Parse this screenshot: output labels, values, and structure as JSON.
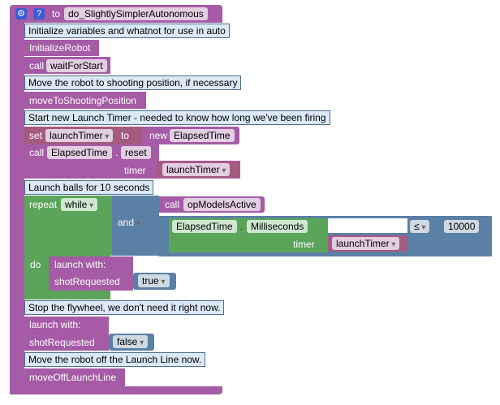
{
  "header": {
    "keyword": "to",
    "function_name": "do_SlightlySimplerAutonomous",
    "gear_icon": "gear-icon",
    "help_icon": "help-icon"
  },
  "blocks": {
    "comment1": "Initialize variables and whatnot for use in auto",
    "initialize_robot": "InitializeRobot",
    "call_label": "call",
    "wait_for_start": "waitForStart",
    "comment2": "Move the robot to shooting position, if necessary",
    "move_to_shooting": "moveToShootingPosition",
    "comment3": "Start new Launch Timer - needed to know how long we've been firing",
    "set_label": "set",
    "launch_timer_var": "launchTimer",
    "to_label": "to",
    "new_label": "new",
    "elapsed_time_class": "ElapsedTime",
    "call2_label": "call",
    "elapsed_time_2": "ElapsedTime",
    "dot1": ".",
    "reset_method": "reset",
    "timer_label": "timer",
    "launch_timer_arg": "launchTimer",
    "comment4": "Launch balls for 10 seconds",
    "repeat_label": "repeat",
    "while_option": "while",
    "and_option": "and",
    "call3_label": "call",
    "op_models_active": "opModelsActive",
    "elapsed_time_3": "ElapsedTime",
    "dot2": ".",
    "milliseconds": "Milliseconds",
    "timer_label_2": "timer",
    "launch_timer_arg2": "launchTimer",
    "compare_op": "≤",
    "compare_value": "10000",
    "do_label": "do",
    "launch_with_1": "launch   with:",
    "shot_requested_1": "shotRequested",
    "true_value": "true",
    "comment5": "Stop the flywheel, we don't need it right now.",
    "launch_with_2": "launch   with:",
    "shot_requested_2": "shotRequested",
    "false_value": "false",
    "comment6": "Move the robot off the Launch Line now.",
    "move_off_launch_line": "moveOffLaunchLine"
  },
  "colors": {
    "procedure": "#a55ba5",
    "logic": "#5ba55b",
    "math": "#5b80a5",
    "comment_bg": "#dbe8f5"
  }
}
